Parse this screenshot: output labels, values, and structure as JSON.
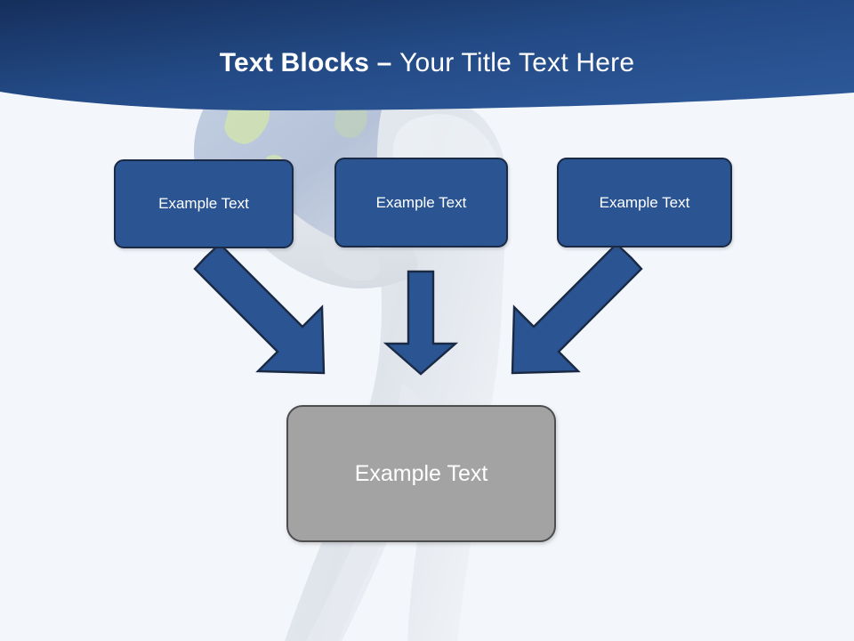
{
  "slide": {
    "title": {
      "bold_part": "Text Blocks – ",
      "light_part": "Your Title Text Here",
      "full": "Text Blocks – Your Title Text Here"
    },
    "background_color": "#f3f6fa",
    "header": {
      "gradient_from": "#16305e",
      "gradient_to": "#2d589a",
      "title_color": "#ffffff",
      "shape": "wave-bottom-banner"
    },
    "source_blocks": [
      {
        "label": "Example Text",
        "fill": "#2b5493",
        "border": "#1b2a44",
        "text_color": "#ffffff"
      },
      {
        "label": "Example Text",
        "fill": "#2b5493",
        "border": "#1b2a44",
        "text_color": "#ffffff"
      },
      {
        "label": "Example Text",
        "fill": "#2b5493",
        "border": "#1b2a44",
        "text_color": "#ffffff"
      }
    ],
    "arrows": [
      {
        "name": "arrow-diagonal-left",
        "direction": "down-right",
        "color": "#2b5493",
        "outline": "#1b2a44"
      },
      {
        "name": "arrow-vertical-center",
        "direction": "down",
        "color": "#2b5493",
        "outline": "#1b2a44"
      },
      {
        "name": "arrow-diagonal-right",
        "direction": "down-left",
        "color": "#2b5493",
        "outline": "#1b2a44"
      }
    ],
    "result_block": {
      "label": "Example Text",
      "fill": "#a3a3a3",
      "border": "#4d4d4d",
      "text_color": "#ffffff"
    },
    "background_art": {
      "description": "faint 3d white figure holding a globe",
      "globe_land_color": "#cfe0b4",
      "globe_water_color": "#b9c4da",
      "figure_color": "#e2e7ed"
    }
  }
}
